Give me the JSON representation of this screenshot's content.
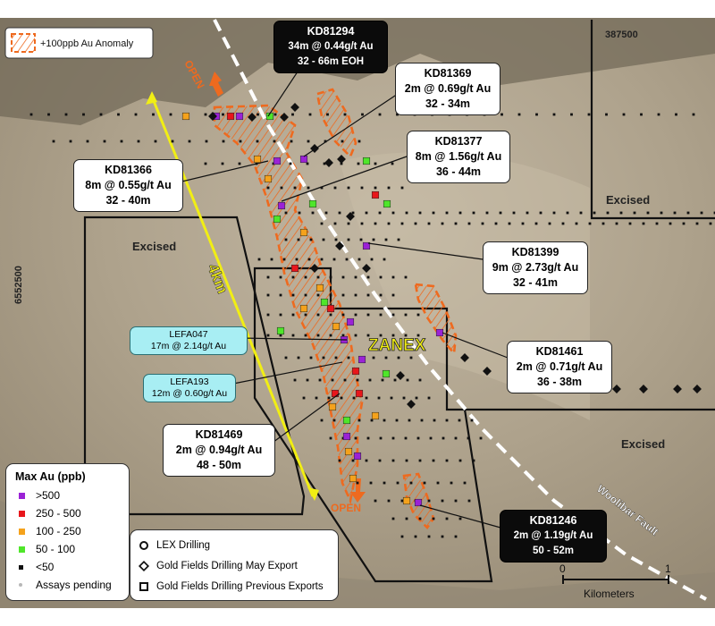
{
  "anomaly_legend": {
    "label": "+100ppb Au Anomaly"
  },
  "grid_labels": {
    "easting": "387500",
    "northing": "6552500"
  },
  "region_labels": {
    "excised_left": "Excised",
    "excised_right_top": "Excised",
    "excised_right_bottom": "Excised"
  },
  "open_labels": {
    "north": "OPEN",
    "south": "OPEN"
  },
  "scale_4km": "4km",
  "prospect_name": "ZANEX",
  "fault_name": "Woolibar Fault",
  "callouts": [
    {
      "id": "KD81294",
      "lines": [
        "KD81294",
        "34m @ 0.44g/t Au",
        "32 - 66m EOH"
      ],
      "style": "black"
    },
    {
      "id": "KD81369",
      "lines": [
        "KD81369",
        "2m @ 0.69g/t Au",
        "32 - 34m"
      ],
      "style": "white"
    },
    {
      "id": "KD81377",
      "lines": [
        "KD81377",
        "8m @ 1.56g/t Au",
        "36 - 44m"
      ],
      "style": "white"
    },
    {
      "id": "KD81366",
      "lines": [
        "KD81366",
        "8m @ 0.55g/t Au",
        "32 - 40m"
      ],
      "style": "white"
    },
    {
      "id": "KD81399",
      "lines": [
        "KD81399",
        "9m @ 2.73g/t Au",
        "32 - 41m"
      ],
      "style": "white"
    },
    {
      "id": "LEFA047",
      "lines": [
        "LEFA047",
        "17m @ 2.14g/t Au"
      ],
      "style": "cyan"
    },
    {
      "id": "LEFA193",
      "lines": [
        "LEFA193",
        "12m @ 0.60g/t Au"
      ],
      "style": "cyan"
    },
    {
      "id": "KD81461",
      "lines": [
        "KD81461",
        "2m @ 0.71g/t Au",
        "36 - 38m"
      ],
      "style": "white"
    },
    {
      "id": "KD81469",
      "lines": [
        "KD81469",
        "2m @ 0.94g/t Au",
        "48 - 50m"
      ],
      "style": "white"
    },
    {
      "id": "KD81246",
      "lines": [
        "KD81246",
        "2m @ 1.19g/t Au",
        "50 - 52m"
      ],
      "style": "black"
    }
  ],
  "au_legend": {
    "title": "Max Au (ppb)",
    "items": [
      {
        "label": ">500",
        "color": "#9b22d6"
      },
      {
        "label": "250 - 500",
        "color": "#e8161b"
      },
      {
        "label": "100 - 250",
        "color": "#f5a21b"
      },
      {
        "label": "50 - 100",
        "color": "#4fe62a"
      },
      {
        "label": "<50",
        "color": "#111111"
      },
      {
        "label": "Assays pending",
        "color": "#b8b8b8"
      }
    ]
  },
  "drilling_legend": {
    "items": [
      {
        "label": "LEX Drilling",
        "symbol": "circle-icon"
      },
      {
        "label": "Gold Fields Drilling May Export",
        "symbol": "diamond-icon"
      },
      {
        "label": "Gold Fields Drilling Previous Exports",
        "symbol": "square-icon"
      }
    ]
  },
  "scale_bar": {
    "start": "0",
    "end": "1",
    "unit": "Kilometers"
  }
}
